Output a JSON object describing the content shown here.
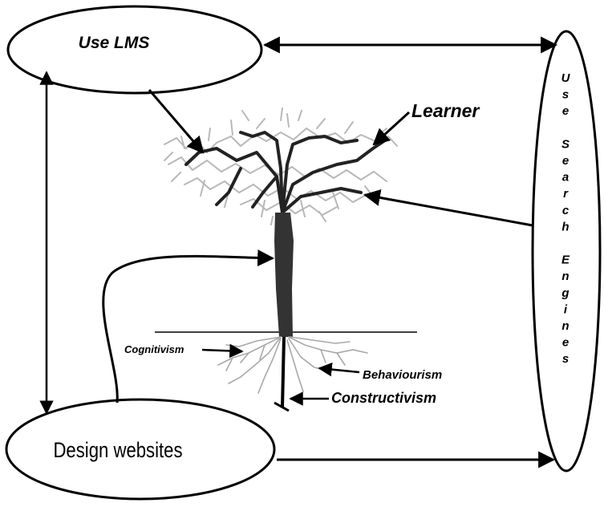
{
  "nodes": {
    "use_lms": "Use LMS",
    "design_websites": "Design websites",
    "use_search_engines_letters": [
      "U",
      "s",
      "e",
      "",
      "S",
      "e",
      "a",
      "r",
      "c",
      "h",
      "",
      "E",
      "n",
      "g",
      "i",
      "n",
      "e",
      "s"
    ]
  },
  "tree_labels": {
    "learner": "Learner",
    "cognitivism": "Cognitivism",
    "behaviourism": "Behaviourism",
    "constructivism": "Constructivism"
  },
  "colors": {
    "ink": "#000000",
    "trunk": "#333333",
    "foliage": "#b8b8b8",
    "roots": "#a8a8a8"
  }
}
